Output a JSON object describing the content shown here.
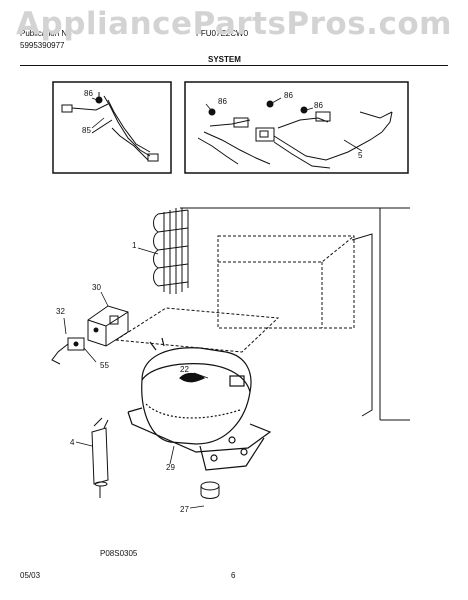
{
  "watermark": "AppliancePartsPros.com",
  "header": {
    "publication_label": "Publication No",
    "publication_number": "5995390977",
    "model": "FFU07E2CW0",
    "section": "SYSTEM"
  },
  "callouts": {
    "c86a": "86",
    "c85": "85",
    "c86b": "86",
    "c86c": "86",
    "c86d": "86",
    "c5": "5",
    "c1": "1",
    "c30": "30",
    "c32": "32",
    "c55": "55",
    "c22": "22",
    "c4": "4",
    "c29": "29",
    "c27": "27"
  },
  "figure_code": "P08S0305",
  "footer": {
    "date": "05/03",
    "page": "6"
  }
}
